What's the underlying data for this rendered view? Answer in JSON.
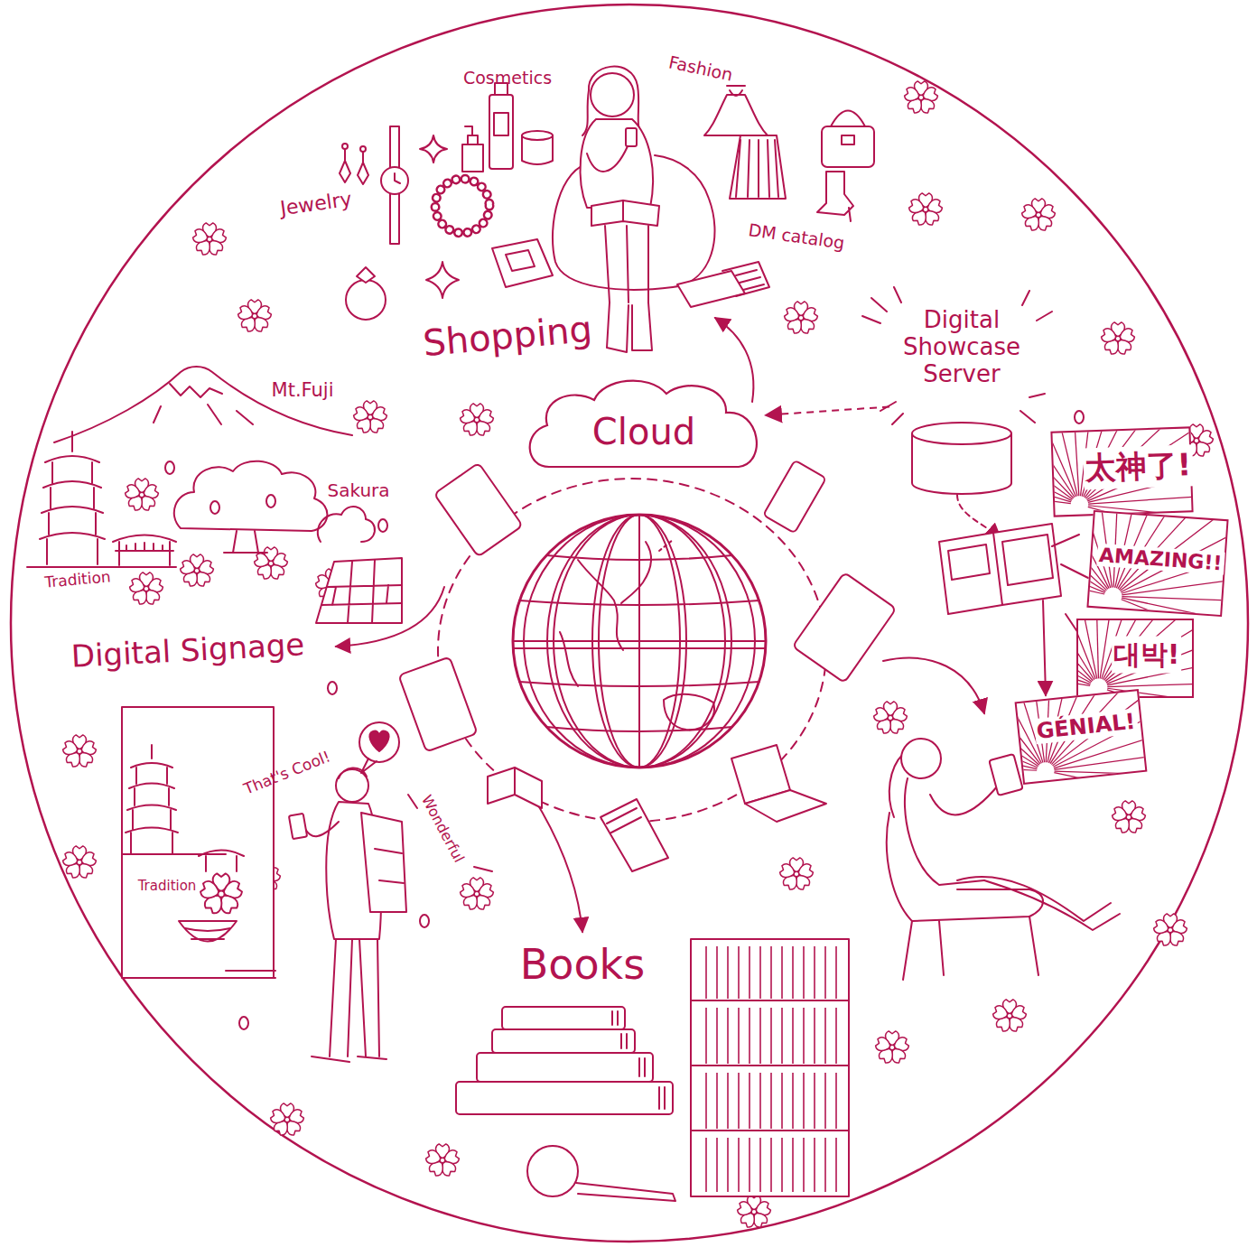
{
  "diagram": {
    "nodes": [
      {
        "text": [
          "Digital Showcase Server"
        ]
      },
      {
        "text": [
          "Cloud"
        ]
      },
      {
        "text": [
          "太神了!"
        ]
      },
      {
        "text": [
          "AMAZING!!"
        ]
      },
      {
        "text": [
          "대박!"
        ]
      },
      {
        "text": [
          "GÉNIAL!"
        ]
      }
    ],
    "edges": [
      {
        "from": 0,
        "to": 1,
        "arrow": "to"
      }
    ],
    "labels": [
      "Cosmetics",
      "Fashion",
      "Jewelry",
      "DM catalog",
      "Shopping",
      "Mt.Fuji",
      "Sakura",
      "Tradition",
      "Digital Signage",
      "That's Cool!",
      "Wonderful",
      "Tradition",
      "Books"
    ]
  }
}
